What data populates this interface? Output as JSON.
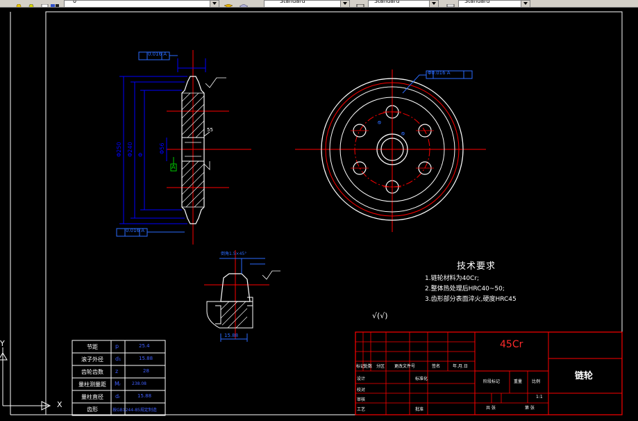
{
  "toolbar": {
    "layer_value": "0",
    "text_style": "Standard",
    "dim_style": "Standard",
    "table_style": "Standard"
  },
  "colors": {
    "background": "#000000",
    "outline": "#ffffff",
    "centerline": "#ff0000",
    "dimension": "#0000ff",
    "tolerance": "#2b6cff",
    "marker": "#00cc00"
  },
  "tech_requirements": {
    "title": "技术要求",
    "items": [
      "1.链轮材料为40Cr;",
      "2.整体热处理后HRC40~50;",
      "3.齿形部分表面淬火,硬度HRC45"
    ]
  },
  "param_table": {
    "rows": [
      {
        "name": "节距",
        "symbol": "p",
        "value": "25.4"
      },
      {
        "name": "滚子外径",
        "symbol": "d₁",
        "value": "15.88"
      },
      {
        "name": "齿轮齿数",
        "symbol": "z",
        "value": "28"
      },
      {
        "name": "量柱测量距",
        "symbol": "Mᵣ",
        "value": "238.08"
      },
      {
        "name": "量柱直径",
        "symbol": "dᵣ",
        "value": "15.88"
      },
      {
        "name": "齿形",
        "symbol": "",
        "value": "按GB1244-85规定制造"
      }
    ]
  },
  "title_block": {
    "material": "45Cr",
    "part_name": "链轮",
    "header_labels": [
      "标记",
      "处数",
      "分区",
      "更改文件号",
      "签名",
      "年.月.日"
    ],
    "row_labels": [
      "设计",
      "校对",
      "审核",
      "工艺"
    ],
    "mid_labels": [
      "标准化",
      "阶段标记",
      "重量",
      "比例",
      "批准"
    ],
    "scale": "1:1",
    "footer_labels": [
      "共 张",
      "第 张"
    ]
  },
  "dimensions": {
    "tolerance_top": "0.016 A",
    "tolerance_bottom": "0.016 A",
    "tolerance_circle": "Φ0.016 A",
    "datum": "A",
    "detail_angle": "倒角1.5×45°",
    "detail_width": "15.88",
    "roughness_symbol": "√(√)",
    "hub_depth": "55"
  },
  "ucs": {
    "x_label": "X",
    "y_label": "Y"
  }
}
